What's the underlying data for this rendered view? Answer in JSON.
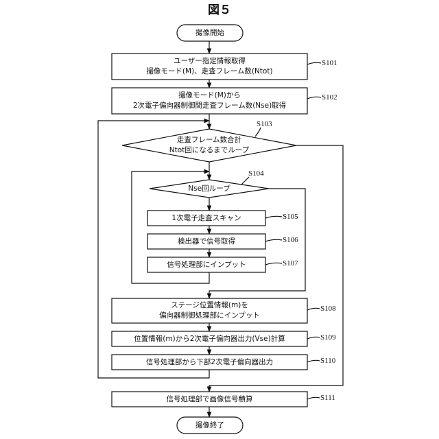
{
  "figure_title": "図５",
  "nodes": {
    "start": {
      "line1": "撮像開始"
    },
    "s101": {
      "line1": "ユーザー指定情報取得",
      "line2": "撮像モード(M)、走査フレーム数(Ntot)",
      "step": "S101"
    },
    "s102": {
      "line1": "撮像モード(M)から",
      "line2": "2次電子偏向器制御間走査フレーム数(Nse)取得",
      "step": "S102"
    },
    "s103": {
      "line1": "走査フレーム数合計",
      "line2": "Ntot回になるまでループ",
      "step": "S103"
    },
    "s104": {
      "line1": "Nse回ループ",
      "step": "S104"
    },
    "s105": {
      "line1": "1次電子走査スキャン",
      "step": "S105"
    },
    "s106": {
      "line1": "検出器で信号取得",
      "step": "S106"
    },
    "s107": {
      "line1": "信号処理部にインプット",
      "step": "S107"
    },
    "s108": {
      "line1": "ステージ位置情報(m)を",
      "line2": "偏向器制御処理部にインプット",
      "step": "S108"
    },
    "s109": {
      "line1": "位置情報(m)から2次電子偏向器出力(Vse)計算",
      "step": "S109"
    },
    "s110": {
      "line1": "信号処理部から下部2次電子偏向器出力",
      "step": "S110"
    },
    "s111": {
      "line1": "信号処理部で画像信号積算",
      "step": "S111"
    },
    "end": {
      "line1": "撮像終了"
    }
  }
}
